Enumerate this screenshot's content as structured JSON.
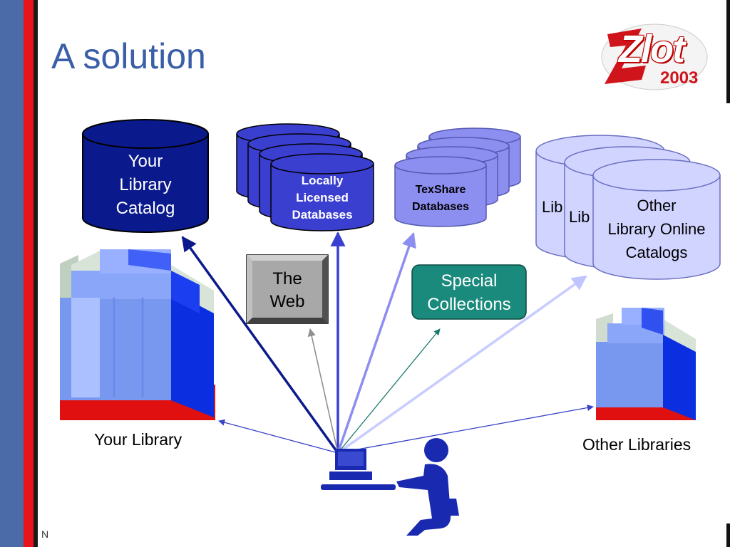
{
  "slide": {
    "title": "A solution",
    "logo_word": "Zlot",
    "logo_year": "2003",
    "footer": "N"
  },
  "nodes": {
    "catalog": {
      "lines": [
        "Your",
        "Library",
        "Catalog"
      ]
    },
    "licensed": {
      "lines": [
        "Locally",
        "Licensed",
        "Databases"
      ]
    },
    "texshare": {
      "lines": [
        "TexShare",
        "Databases"
      ]
    },
    "other_catalogs": {
      "lines": [
        "Other",
        "Library Online",
        "Catalogs"
      ],
      "peek1": "Lib",
      "peek2": "Lib"
    },
    "web": {
      "lines": [
        "The",
        "Web"
      ]
    },
    "special": {
      "lines": [
        "Special",
        "Collections"
      ]
    },
    "your_library": {
      "label": "Your Library"
    },
    "other_libraries": {
      "label": "Other Libraries"
    }
  },
  "colors": {
    "navy": "#0a1a8c",
    "medium_blue": "#3a3fd0",
    "periwinkle": "#8c8ef0",
    "lavender": "#d0d4ff",
    "teal": "#1a8a7c",
    "gray_box": "#a8a8a8",
    "accent_blue": "#4a6aa8",
    "accent_red": "#e8141c"
  },
  "icons": [
    "computer-user-icon",
    "library-building-icon"
  ]
}
